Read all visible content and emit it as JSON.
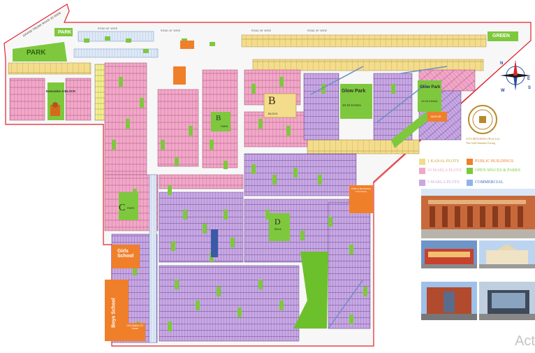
{
  "map": {
    "brand": {
      "company": "CITI HOUSING (Pvt) Ltd.",
      "tagline": "The Gold Standard Living",
      "seal_text": "CITI HOUSING (PVT) LTD"
    },
    "legend": [
      {
        "label": "1 KANAL PLOTS",
        "color": "#f3dc8c"
      },
      {
        "label": "PUBLIC BUILDINGS",
        "color": "#f07f2a"
      },
      {
        "label": "10 MARLA PLOTS",
        "color": "#f2a6c8"
      },
      {
        "label": "OPEN SPACES & PARKS",
        "color": "#7ec83d"
      },
      {
        "label": "5 MARLA PLOTS",
        "color": "#c8a8e4"
      },
      {
        "label": "COMMERCIAL",
        "color": "#8fb4e8"
      }
    ],
    "parks": {
      "park_top": "PARK",
      "park_left": "PARK",
      "green": "GREEN",
      "glow_park_1": "Glow Park",
      "glow_park_1_area": "10.10 KANAL",
      "glow_park_2": "Glow Park",
      "glow_park_2_area": "10.30 KANAL",
      "park_b": "PARK",
      "park_c": "PARK"
    },
    "blocks": {
      "a": "Executive A BLOCK",
      "b": "B",
      "b_sub": "BLOCK",
      "b_park": "B",
      "c": "C",
      "d": "D",
      "d_sub": "Block",
      "masjid": "MASJID"
    },
    "buildings": {
      "girls_school": "Girls School",
      "boys_school": "Boys School",
      "grid_station": "Grid Station 20 Kanal",
      "public_building": "PUBLIC BUILDINGS 5.00 KANAL"
    },
    "roads": {
      "main_road": "GRAND TRUNK ROAD 35 WIDE",
      "r60": "ROAD 60' WIDE",
      "r40": "ROAD 40' WIDE",
      "r35": "ROAD 35' WIDE",
      "r30": "ROAD 30' WIDE"
    },
    "compass": {
      "n": "N",
      "e": "E",
      "s": "S",
      "w": "W"
    },
    "watermark": "Act",
    "colors": {
      "kanal": "#f3dc8c",
      "ten_marla": "#f2a6c8",
      "five_marla": "#c8a8e4",
      "park": "#7ec83d",
      "public": "#f07f2a",
      "commercial": "#8fb4e8",
      "boundary": "#e0232b"
    }
  }
}
